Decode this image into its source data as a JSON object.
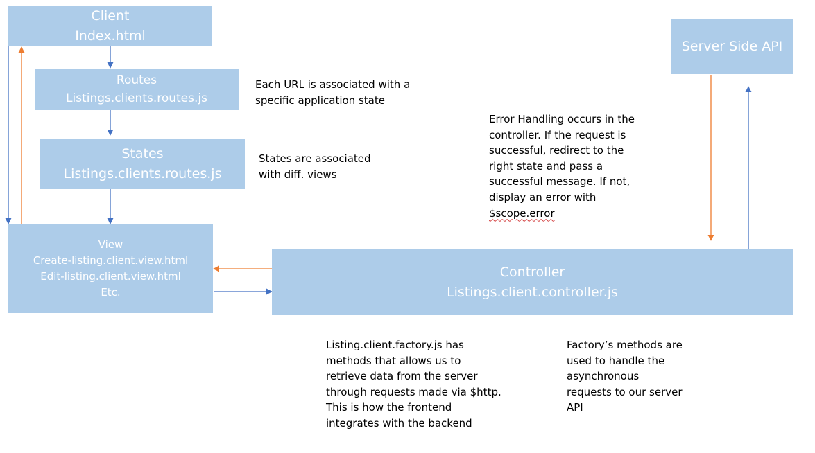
{
  "boxes": {
    "client": {
      "lines": [
        "Client",
        "Index.html"
      ]
    },
    "routes": {
      "lines": [
        "Routes",
        "Listings.clients.routes.js"
      ]
    },
    "states": {
      "lines": [
        "States",
        "Listings.clients.routes.js"
      ]
    },
    "view": {
      "lines": [
        "View",
        "Create-listing.client.view.html",
        "Edit-listing.client.view.html",
        "Etc."
      ]
    },
    "controller": {
      "lines": [
        "Controller",
        "Listings.client.controller.js"
      ]
    },
    "server_api": {
      "lines": [
        "Server Side API"
      ]
    }
  },
  "notes": {
    "routes_note": [
      "Each URL is associated with a",
      "specific application state"
    ],
    "states_note": [
      "States are associated",
      "with diff. views"
    ],
    "error_note": [
      "Error Handling occurs in the",
      "controller. If the request is",
      "successful, redirect to the",
      "right state and pass a",
      "successful message. If not,",
      "display an error with",
      "$scope.error"
    ],
    "factory_note": [
      "Listing.client.factory.js has",
      "methods that allows us to",
      "retrieve data from the server",
      "through requests made via $http.",
      "This is how the frontend",
      "integrates with the backend"
    ],
    "methods_note": [
      "Factory’s methods are",
      "used to handle the",
      "asynchronous",
      "requests to our server",
      "API"
    ]
  },
  "colors": {
    "box_fill": "#adcce9",
    "box_text": "#ffffff",
    "arrow_blue": "#4472c4",
    "arrow_orange": "#ed7d31",
    "spell_underline": "#d23b3b"
  }
}
